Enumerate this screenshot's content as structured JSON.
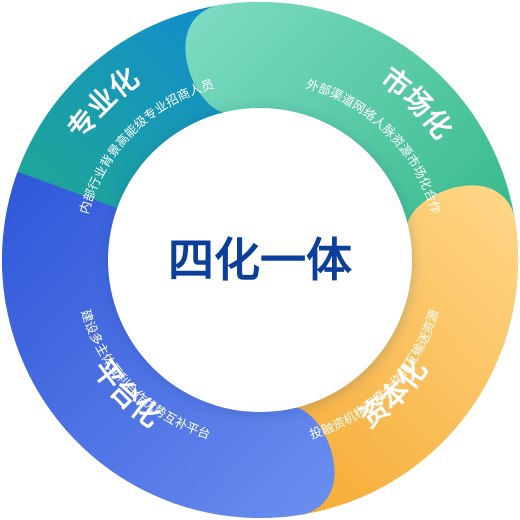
{
  "center": {
    "title": "四化一体",
    "color": "#0c3f9a"
  },
  "segments": [
    {
      "id": "professional",
      "title": "专业化",
      "desc": "内部行业背景高能级专业招商人员",
      "colors": [
        "#0b84e0",
        "#56b8f2"
      ]
    },
    {
      "id": "market",
      "title": "市场化",
      "desc": "外部渠道网络人脉资源市场化合作",
      "colors": [
        "#7fdcc4",
        "#26b27f"
      ]
    },
    {
      "id": "capital",
      "title": "资本化",
      "desc": "投融资机构深度合作相互输送资源",
      "colors": [
        "#ffd88a",
        "#f4a020"
      ]
    },
    {
      "id": "platform",
      "title": "平台化",
      "desc": "建设多主体互利合作优势互补平台",
      "colors": [
        "#2e56d8",
        "#6c8ff0"
      ]
    }
  ]
}
